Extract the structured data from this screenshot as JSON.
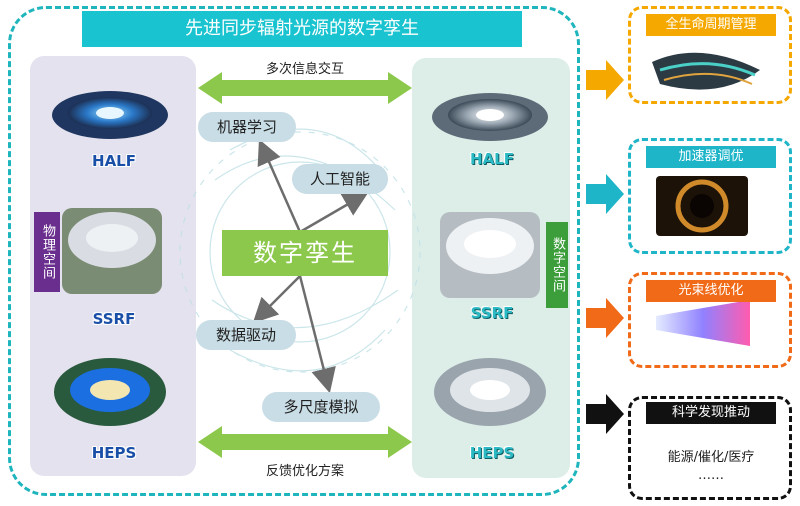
{
  "title": "先进同步辐射光源的数字孪生",
  "physical_space": {
    "label": "物理空间",
    "facilities": [
      "HALF",
      "SSRF",
      "HEPS"
    ]
  },
  "digital_space": {
    "label": "数字空间",
    "facilities": [
      "HALF",
      "SSRF",
      "HEPS"
    ]
  },
  "top_arrow_label": "多次信息交互",
  "bottom_arrow_label": "反馈优化方案",
  "center_label": "数字孪生",
  "methods": [
    "机器学习",
    "人工智能",
    "数据驱动",
    "多尺度模拟"
  ],
  "applications": [
    {
      "title": "全生命周期管理",
      "color": "#f5a800"
    },
    {
      "title": "加速器调优",
      "color": "#1fb5c9"
    },
    {
      "title": "光束线优化",
      "color": "#f06a18"
    },
    {
      "title": "科学发现推动",
      "color": "#111111",
      "detail_1": "能源/催化/医疗",
      "detail_2": "……"
    }
  ],
  "colors": {
    "frame": "#1fb5bd",
    "title_bg": "#19c3cf",
    "center_bg": "#8cc84b",
    "physical_label_bg": "#6a2e8e",
    "digital_label_bg": "#3b9e3a",
    "arrow_green": "#8cc84b"
  }
}
